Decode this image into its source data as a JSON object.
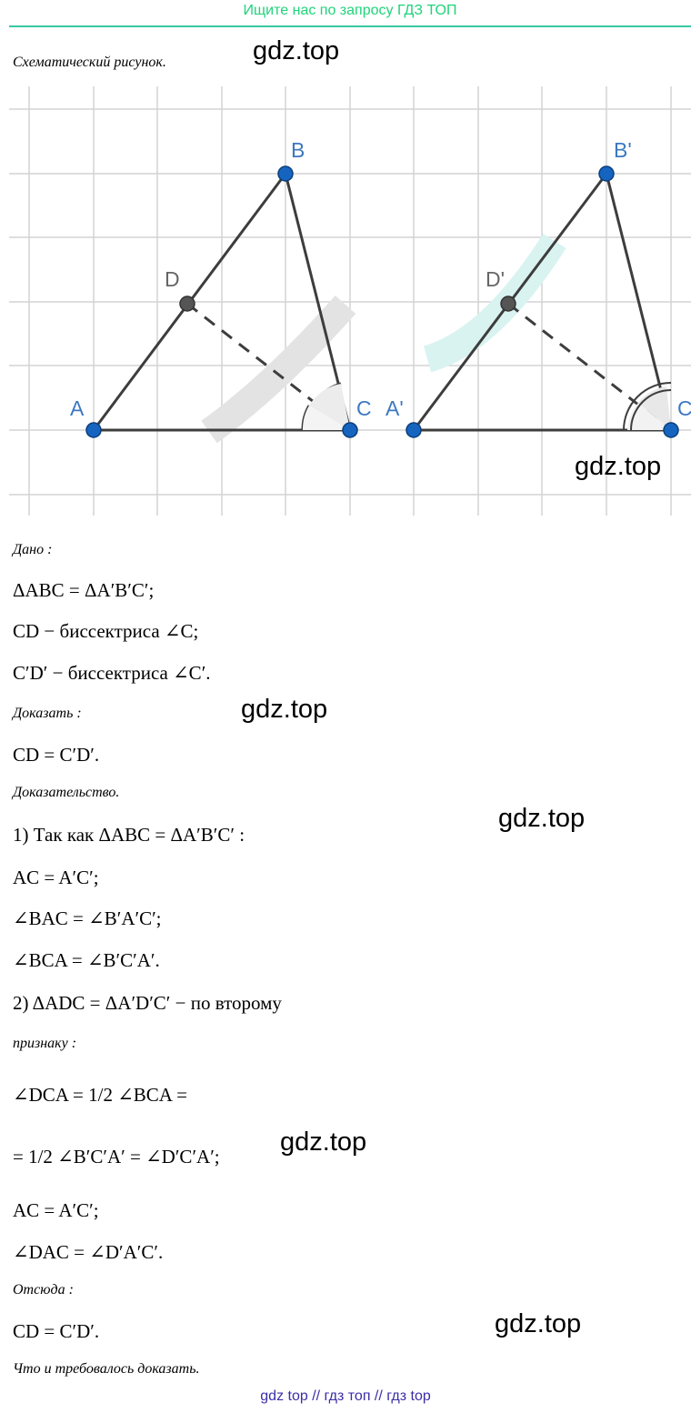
{
  "banner": "Ищите нас по запросу ГДЗ ТОП",
  "watermark": "gdz.top",
  "caption": "Схематический рисунок.",
  "figure": {
    "points_left": [
      "A",
      "B",
      "C",
      "D"
    ],
    "points_right": [
      "A'",
      "B'",
      "C'",
      "D'"
    ]
  },
  "given_label": "Дано :",
  "given": [
    "ΔABC = ΔA′B′C′;",
    "CD − биссектриса ∠C;",
    "C′D′ − биссектриса ∠C′."
  ],
  "prove_label": "Доказать :",
  "prove": "CD = C′D′.",
  "proof_label": "Доказательство.",
  "step1": "1) Так как ΔABC = ΔA′B′C′ :",
  "step1_lines": [
    "AC = A′C′;",
    "∠BAC = ∠B′A′C′;",
    "∠BCA = ∠B′C′A′."
  ],
  "step2": "2) ΔADC = ΔA′D′C′ − по второму",
  "step2_cont": "признаку :",
  "eq1": "∠DCA = 1/2 ∠BCA =",
  "eq2": "= 1/2 ∠B′C′A′ = ∠D′C′A′;",
  "step2_lines": [
    "AC = A′C′;",
    "∠DAC = ∠D′A′C′."
  ],
  "hence_label": "Отсюда :",
  "result": "CD = C′D′.",
  "qed": "Что и требовалось доказать.",
  "footer": "gdz top  //  гдз топ  //  гдз top"
}
